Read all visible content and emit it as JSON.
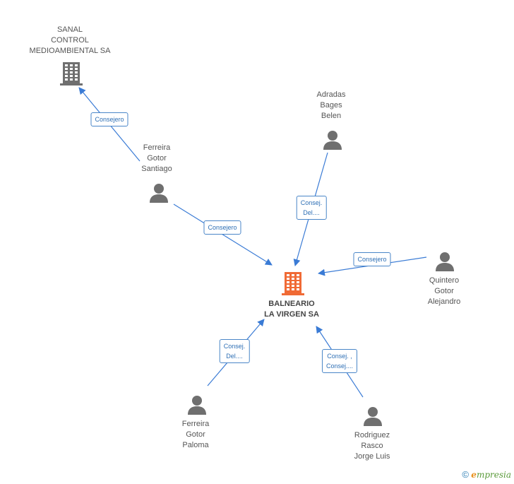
{
  "colors": {
    "edge": "#3a7bd5",
    "person_icon": "#6f6f6f",
    "company_icon": "#6f6f6f",
    "center_icon": "#f06a35"
  },
  "nodes": {
    "center": {
      "label": "BALNEARIO\nLA VIRGEN SA",
      "icon": "company-icon"
    },
    "sanal": {
      "label": "SANAL\nCONTROL\nMEDIOAMBIENTAL SA",
      "icon": "company-icon"
    },
    "ferreira_santiago": {
      "label": "Ferreira\nGotor\nSantiago",
      "icon": "person-icon"
    },
    "adradas": {
      "label": "Adradas\nBages\nBelen",
      "icon": "person-icon"
    },
    "quintero": {
      "label": "Quintero\nGotor\nAlejandro",
      "icon": "person-icon"
    },
    "ferreira_paloma": {
      "label": "Ferreira\nGotor\nPaloma",
      "icon": "person-icon"
    },
    "rodriguez": {
      "label": "Rodriguez\nRasco\nJorge Luis",
      "icon": "person-icon"
    }
  },
  "edges": {
    "santiago_sanal": "Consejero",
    "santiago_center": "Consejero",
    "adradas_center": "Consej.\nDel....",
    "quintero_center": "Consejero",
    "paloma_center": "Consej.\nDel....",
    "rodriguez_center": "Consej. ,\nConsej...."
  },
  "footer": {
    "copyright": "©",
    "brand_initial": "e",
    "brand_rest": "mpresia"
  }
}
